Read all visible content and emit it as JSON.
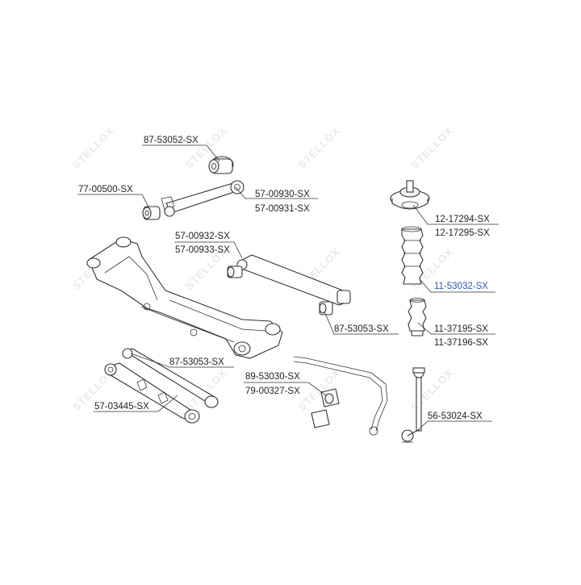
{
  "watermark": "STELLOX",
  "labels": {
    "p1": "87-53052-SX",
    "p2": "77-00500-SX",
    "p3a": "57-00930-SX",
    "p3b": "57-00931-SX",
    "p4a": "57-00932-SX",
    "p4b": "57-00933-SX",
    "p5": "87-53053-SX",
    "p6": "87-53053-SX",
    "p7": "57-03445-SX",
    "p8a": "89-53030-SX",
    "p8b": "79-00327-SX",
    "p9a": "12-17294-SX",
    "p9b": "12-17295-SX",
    "p10": "11-53032-SX",
    "p11a": "11-37195-SX",
    "p11b": "11-37196-SX",
    "p12": "56-53024-SX"
  },
  "colors": {
    "highlight": "#2a55c9",
    "line": "#333333",
    "watermark": "#e9e9e9"
  }
}
